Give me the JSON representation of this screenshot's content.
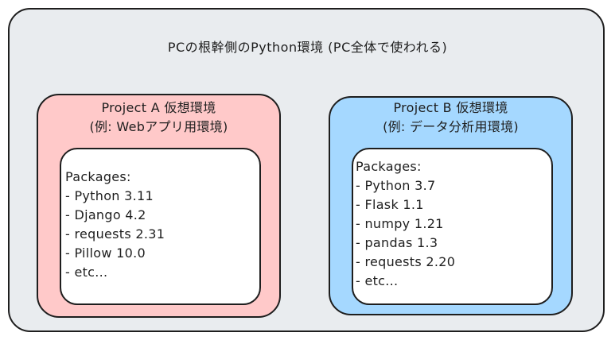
{
  "outer": {
    "title": "PCの根幹側のPython環境 (PC全体で使われる)",
    "color": "#e9ecef"
  },
  "env_a": {
    "title_line1": "Project A 仮想環境",
    "title_line2": "(例: Webアプリ用環境)",
    "color": "#ffc9c9",
    "packages_heading": "Packages:",
    "packages": [
      "- Python 3.11",
      "- Django 4.2",
      "- requests 2.31",
      "- Pillow 10.0",
      "- etc..."
    ]
  },
  "env_b": {
    "title_line1": "Project B 仮想環境",
    "title_line2": "(例: データ分析用環境)",
    "color": "#a5d8ff",
    "packages_heading": "Packages:",
    "packages": [
      "- Python 3.7",
      "- Flask 1.1",
      "- numpy 1.21",
      "- pandas 1.3",
      "- requests 2.20",
      "- etc..."
    ]
  }
}
